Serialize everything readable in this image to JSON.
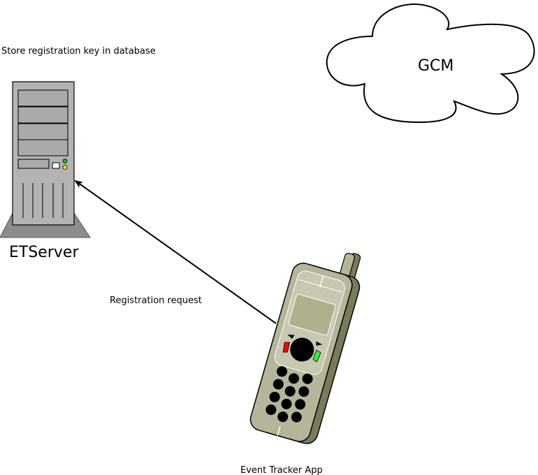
{
  "server": {
    "name": "ETServer",
    "note": "Store registration key in database"
  },
  "cloud": {
    "name": "GCM"
  },
  "app": {
    "name": "Event Tracker App"
  },
  "edges": [
    {
      "from": "app",
      "to": "server",
      "label": "Registration request"
    }
  ],
  "colors": {
    "server_body": "#b3b3b3",
    "server_base": "#8c8c8c",
    "phone_body": "#b5b59a",
    "phone_shadow": "#7a7a5c",
    "led_green": "#00cc00",
    "led_yellow": "#ffdd00",
    "key_red": "#ff0000",
    "key_green": "#22ff22"
  }
}
